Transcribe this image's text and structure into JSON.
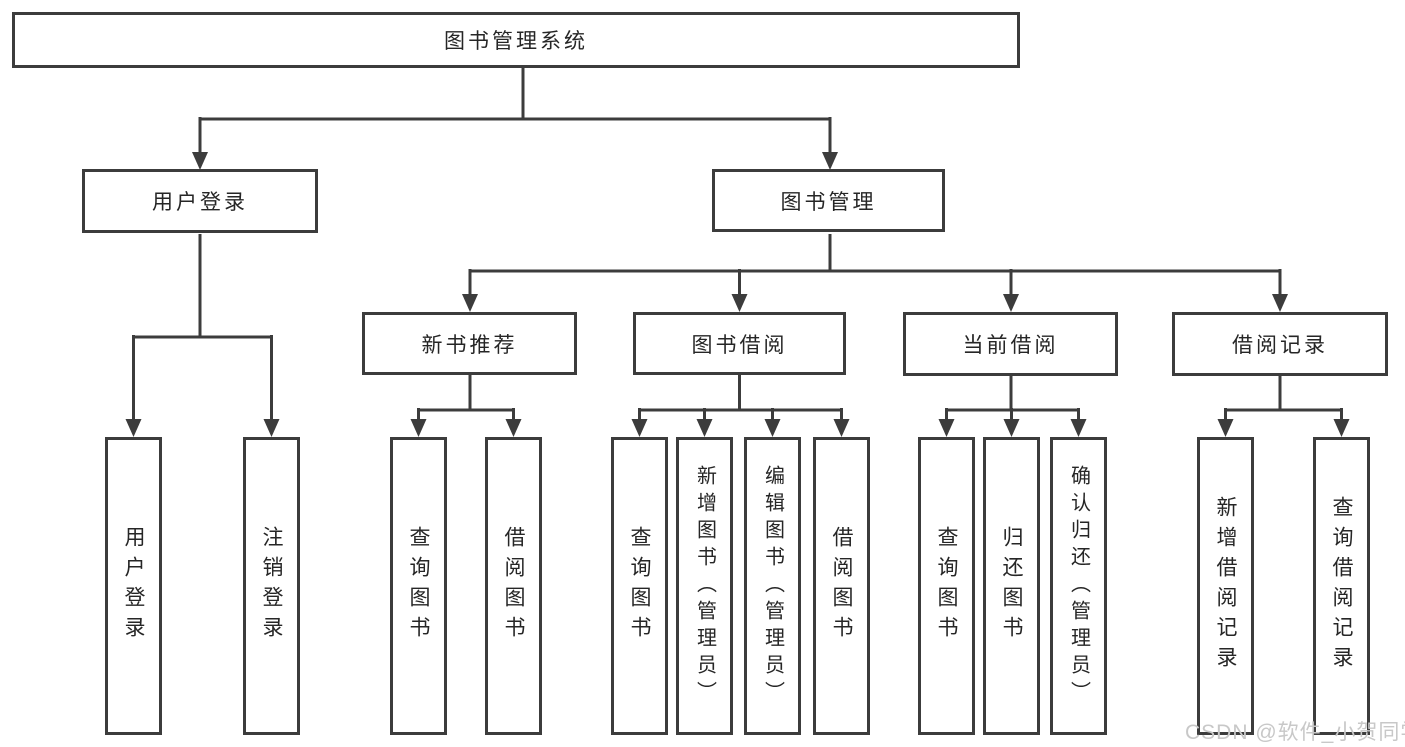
{
  "colors": {
    "line": "#3c3c3c",
    "box_border": "#3c3c3c",
    "box_fill": "#ffffff",
    "text": "#262626",
    "watermark": "#c8c8c8"
  },
  "nodes": {
    "root": {
      "label": "图书管理系统"
    },
    "level2": [
      {
        "label": "用户登录"
      },
      {
        "label": "图书管理"
      }
    ],
    "level3": [
      {
        "label": "新书推荐"
      },
      {
        "label": "图书借阅"
      },
      {
        "label": "当前借阅"
      },
      {
        "label": "借阅记录"
      }
    ],
    "leaves": [
      {
        "label": "用户登录",
        "parent": "用户登录"
      },
      {
        "label": "注销登录",
        "parent": "用户登录"
      },
      {
        "label": "查询图书",
        "parent": "新书推荐"
      },
      {
        "label": "借阅图书",
        "parent": "新书推荐"
      },
      {
        "label": "查询图书",
        "parent": "图书借阅"
      },
      {
        "label": "新增图书（管理员）",
        "parent": "图书借阅"
      },
      {
        "label": "编辑图书（管理员）",
        "parent": "图书借阅"
      },
      {
        "label": "借阅图书",
        "parent": "图书借阅"
      },
      {
        "label": "查询图书",
        "parent": "当前借阅"
      },
      {
        "label": "归还图书",
        "parent": "当前借阅"
      },
      {
        "label": "确认归还（管理员）",
        "parent": "当前借阅"
      },
      {
        "label": "新增借阅记录",
        "parent": "借阅记录"
      },
      {
        "label": "查询借阅记录",
        "parent": "借阅记录"
      }
    ]
  },
  "watermark": "CSDN @软件_小贺同学"
}
